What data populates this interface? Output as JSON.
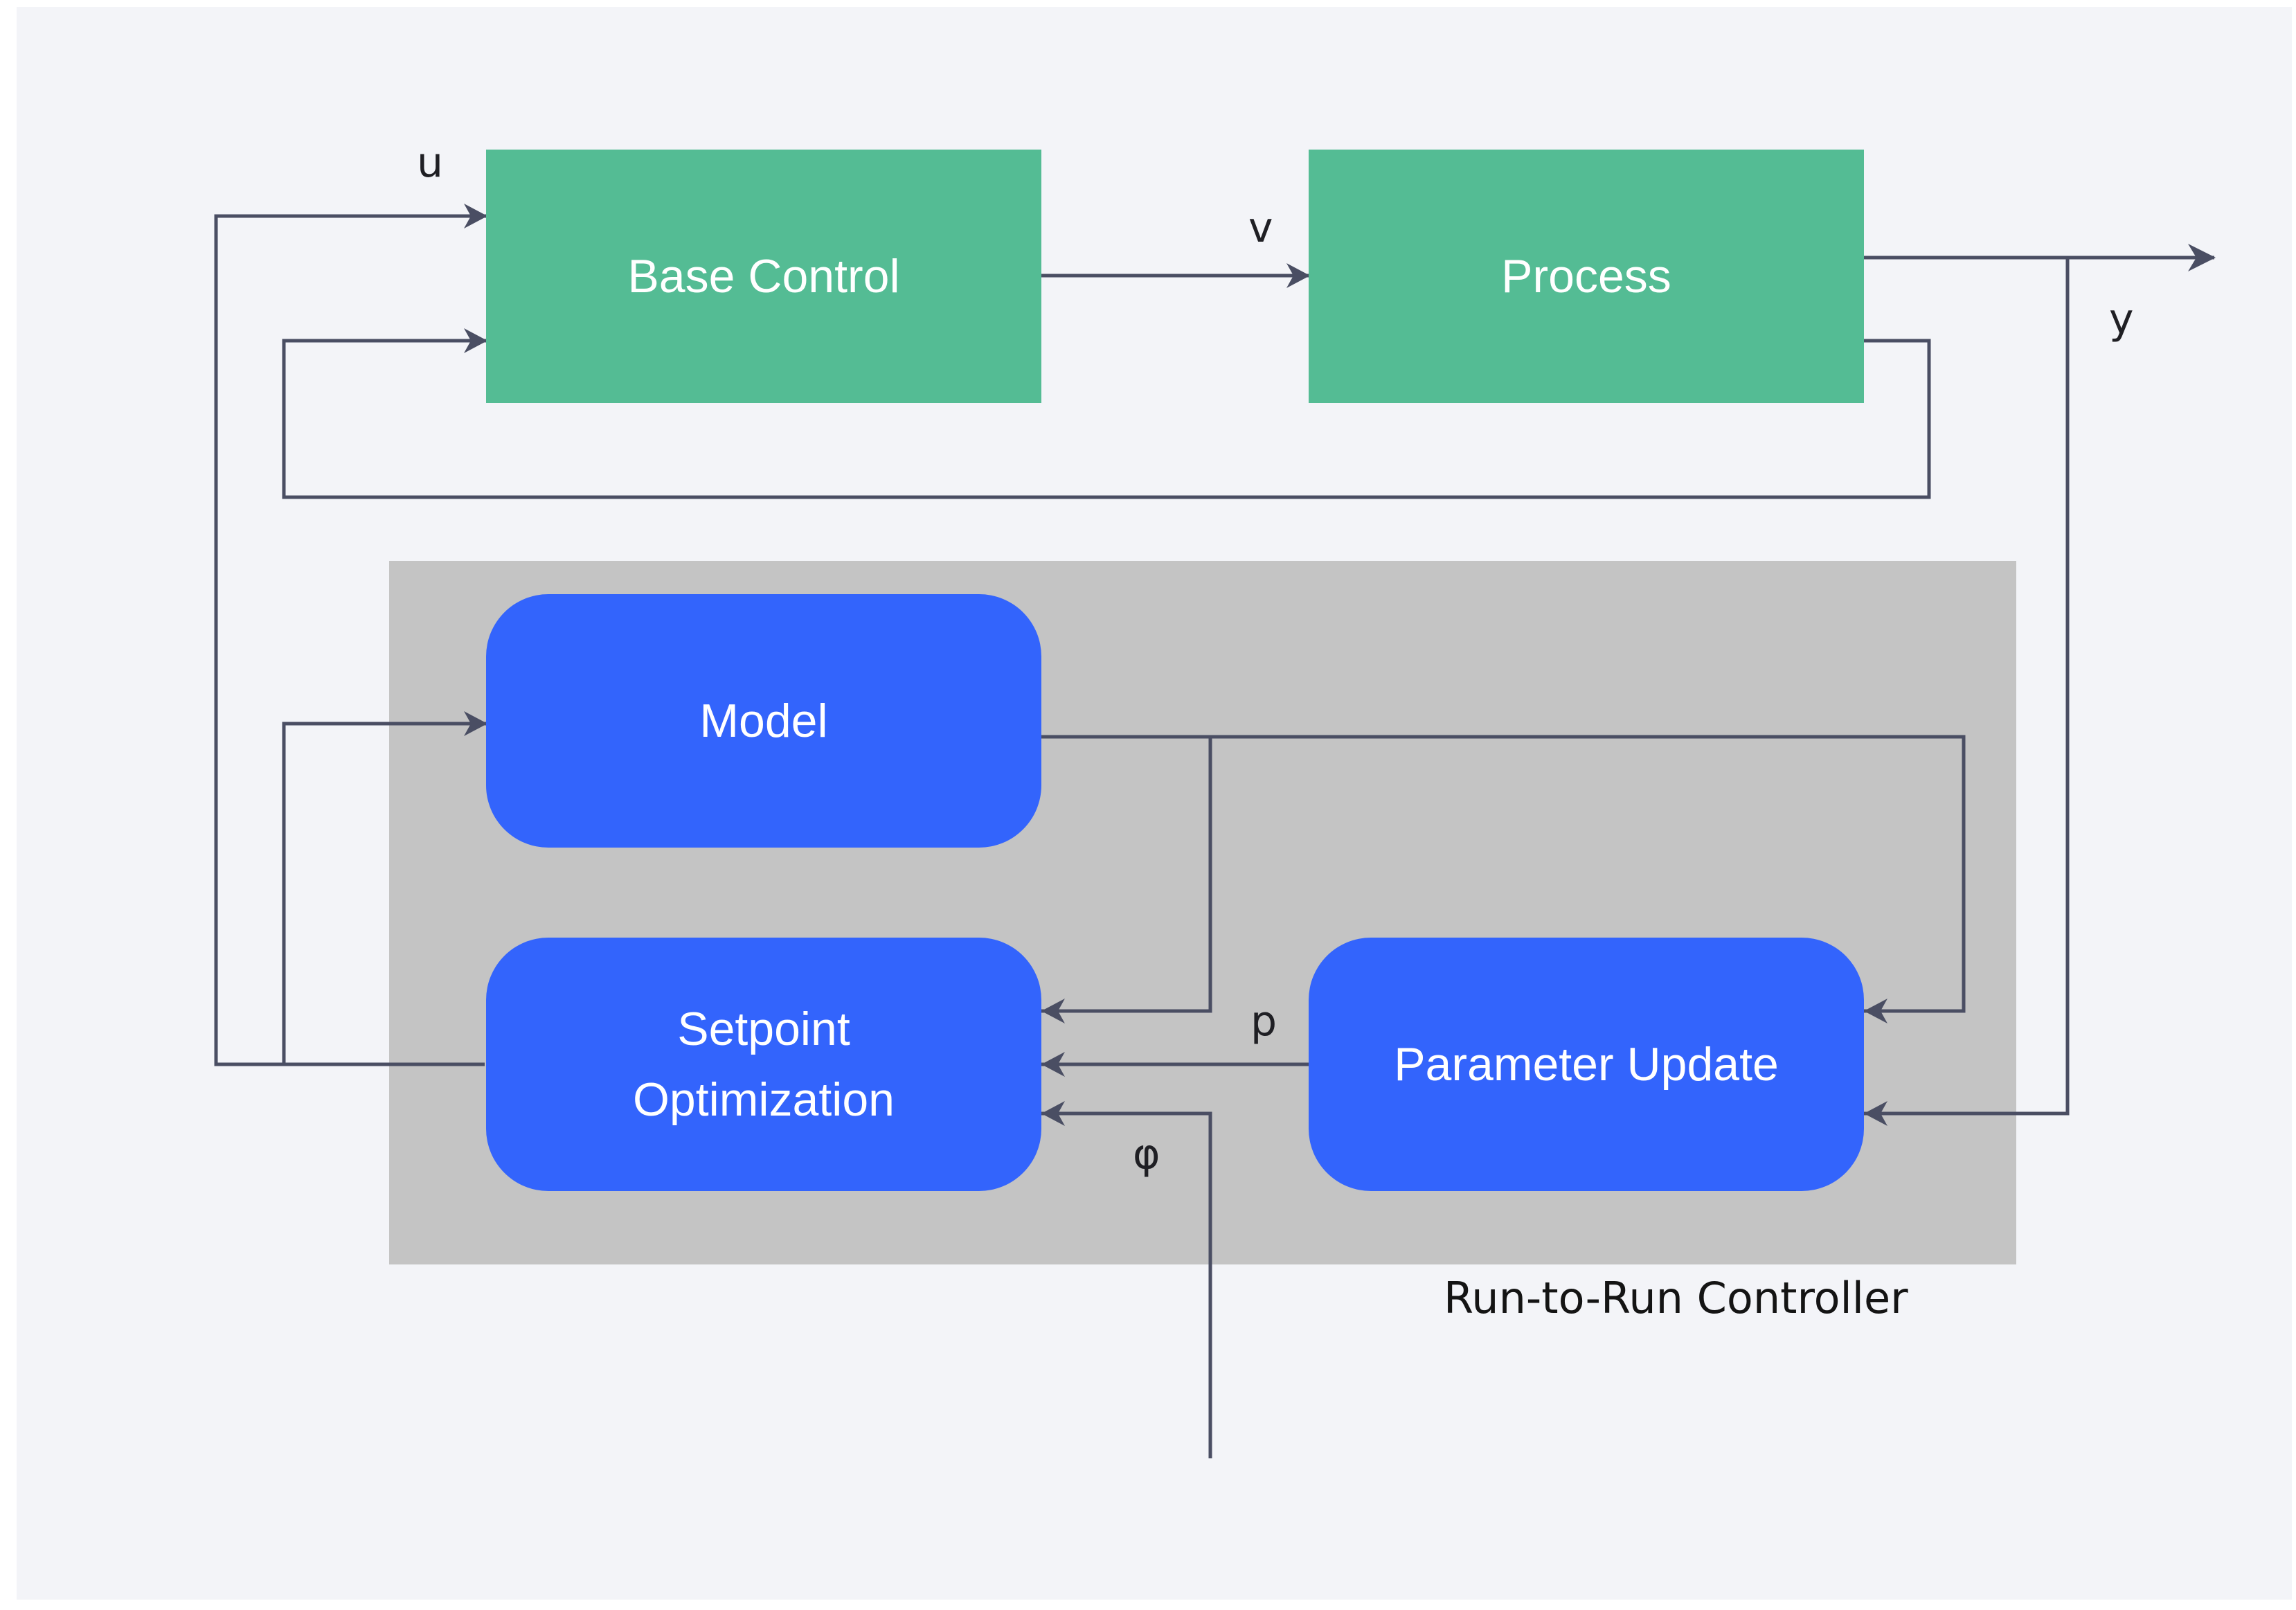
{
  "blocks": {
    "base_control": "Base Control",
    "process": "Process",
    "model": "Model",
    "setpoint_optimization": "Setpoint\nOptimization",
    "parameter_update": "Parameter Update"
  },
  "signals": {
    "u": "u",
    "v": "v",
    "y": "y",
    "p": "p",
    "phi": "φ"
  },
  "group_label": "Run-to-Run Controller",
  "colors": {
    "plant_block": "#54bc94",
    "controller_block": "#3364fc",
    "controller_area": "#c4c4c4",
    "background": "#f3f4f8",
    "wire": "#4a4e63"
  }
}
